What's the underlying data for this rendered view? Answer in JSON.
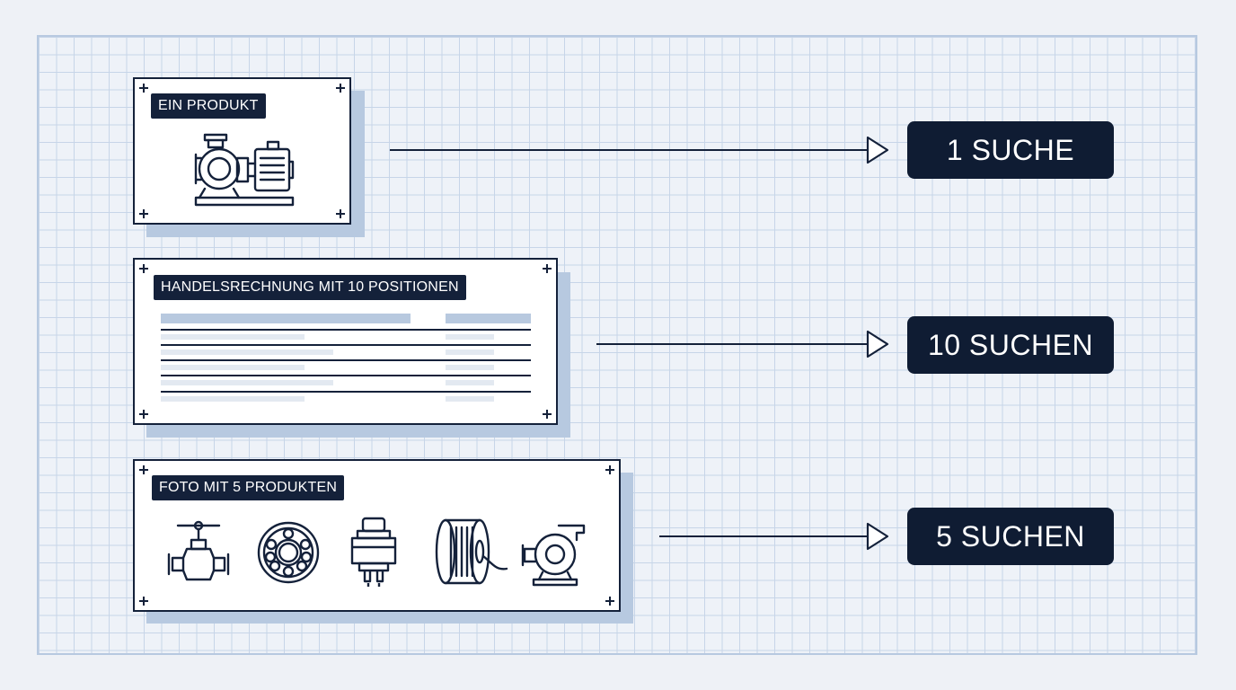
{
  "colors": {
    "dark": "#14213a",
    "result_bg": "#0f1c33",
    "grid_line": "#c7d5e8",
    "shadow": "#b7c9e0",
    "table_bar": "#b8c9df",
    "table_faint": "#e3e9f1"
  },
  "rows": [
    {
      "tag": "EIN PRODUKT",
      "result": "1 SUCHE",
      "icons": [
        "centrifugal-pump-motor-icon"
      ]
    },
    {
      "tag": "HANDELSRECHNUNG MIT 10 POSITIONEN",
      "result": "10 SUCHEN",
      "icons": [
        "invoice-table-icon"
      ]
    },
    {
      "tag": "FOTO MIT 5 PRODUKTEN",
      "result": "5 SUCHEN",
      "icons": [
        "valve-icon",
        "ball-bearing-icon",
        "push-button-switch-icon",
        "cable-spool-icon",
        "pump-icon"
      ]
    }
  ]
}
